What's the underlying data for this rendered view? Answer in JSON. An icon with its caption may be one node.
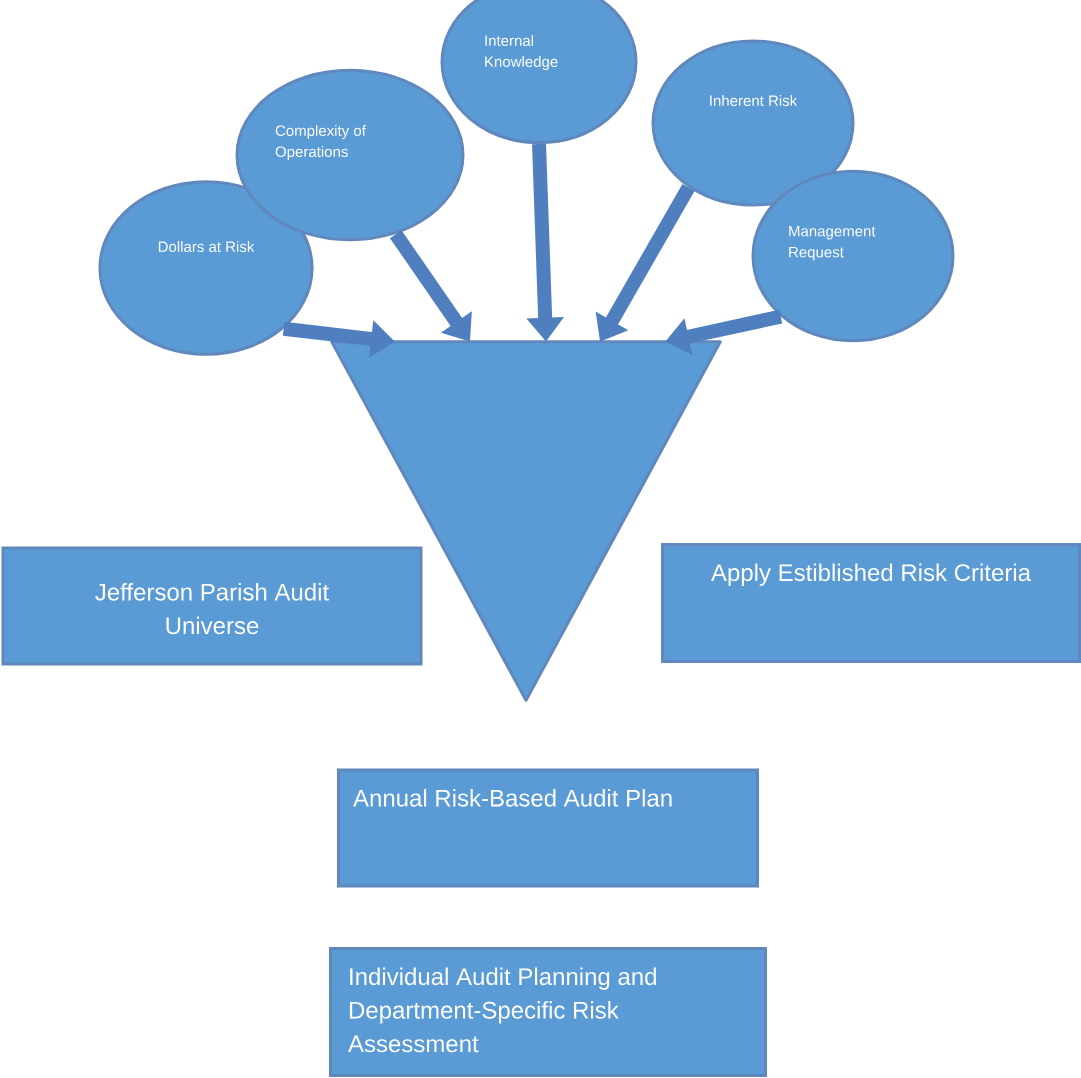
{
  "diagram": {
    "nodes": [
      {
        "text": [
          "Dollars at Risk"
        ]
      },
      {
        "text": [
          "Complexity of Operations"
        ]
      },
      {
        "text": [
          "Internal Knowledge"
        ]
      },
      {
        "text": [
          "Inherent Risk"
        ]
      },
      {
        "text": [
          "Management Request"
        ]
      },
      {
        "text": [],
        "shape": "triangle"
      },
      {
        "text": [
          "Jefferson Parish Audit Universe"
        ]
      },
      {
        "text": [
          "Apply Estiblished Risk Criteria"
        ]
      },
      {
        "text": [
          "Annual Risk-Based Audit Plan"
        ]
      },
      {
        "text": [
          "Individual Audit Planning and Department-Specific Risk Assessment"
        ]
      }
    ],
    "edges": [
      {
        "from": 0,
        "to": 5,
        "arrow": "to"
      },
      {
        "from": 1,
        "to": 5,
        "arrow": "to"
      },
      {
        "from": 2,
        "to": 5,
        "arrow": "to"
      },
      {
        "from": 3,
        "to": 5,
        "arrow": "to"
      },
      {
        "from": 4,
        "to": 5,
        "arrow": "to"
      }
    ]
  }
}
